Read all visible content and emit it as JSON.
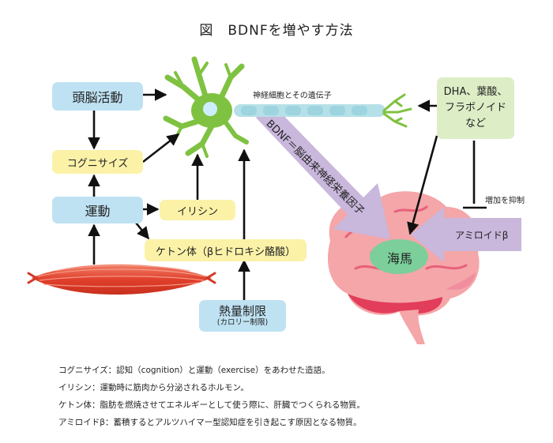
{
  "title": "図　BDNFを増やす方法",
  "nodes": {
    "brain_activity": "頭脳活動",
    "cognisize": "コグニサイズ",
    "exercise": "運動",
    "irisin": "イリシン",
    "ketone": "ケトン体（βヒドロキシ酪酸）",
    "calorie_main": "熱量制限",
    "calorie_sub": "(カロリー制限)",
    "dha_lines": [
      "DHA、葉酸、",
      "フラボノイド",
      "など"
    ],
    "neuron_label": "神経細胞とその遺伝子",
    "bdnf_label": "BDNF＝脳由来神経栄養因子",
    "hippocampus": "海馬",
    "amyloid": "アミロイドβ",
    "inhibit_label": "増加を抑制"
  },
  "notes": [
    "コグニサイズ：認知（cognition）と運動（exercise）をあわせた造語。",
    "イリシン：運動時に筋肉から分泌されるホルモン。",
    "ケトン体：脂肪を燃焼させてエネルギーとして使う際に、肝臓でつくられる物質。",
    "アミロイドβ：蓄積するとアルツハイマー型認知症を引き起こす原因となる物質。"
  ],
  "colors": {
    "blue_box": "#bfe2f3",
    "yellow_box": "#fbf2a8",
    "green_box": "#ddedc6",
    "purple_arrow": "#c9b7dc",
    "neuron": "#7fc241",
    "axon": "#b6e0e8",
    "muscle": "#e8533f",
    "brain_pink": "#f29aa0",
    "hippocampus": "#7ccf9a",
    "arrow": "#111111"
  },
  "icons": [
    "neuron-icon",
    "muscle-icon",
    "brain-icon"
  ]
}
